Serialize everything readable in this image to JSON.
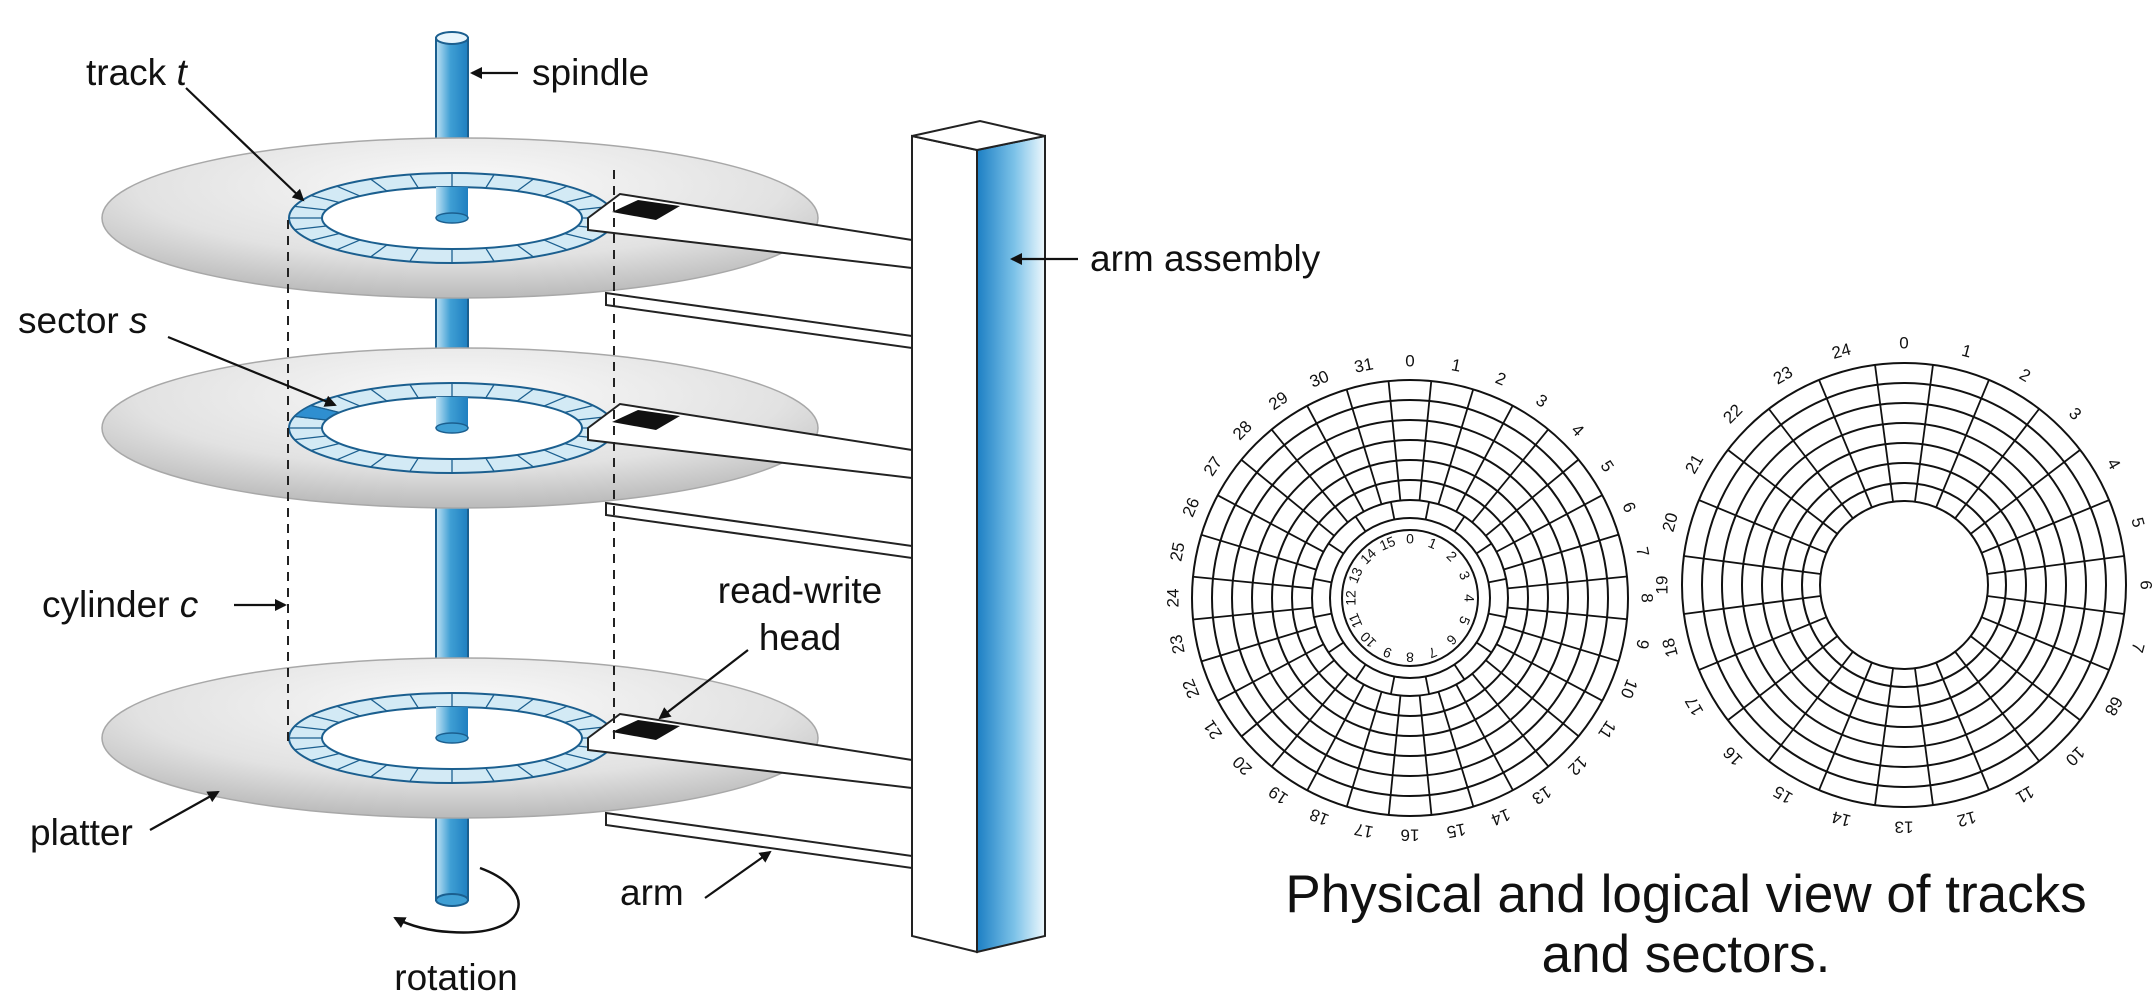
{
  "labels": {
    "track": "track ",
    "track_var": "t",
    "spindle": "spindle",
    "arm_assembly": "arm assembly",
    "sector": "sector ",
    "sector_var": "s",
    "cylinder": "cylinder ",
    "cylinder_var": "c",
    "read_write_line1": "read-write",
    "read_write_line2": "head",
    "platter": "platter",
    "arm": "arm",
    "rotation": "rotation"
  },
  "caption": {
    "line1": "Physical and logical view of tracks",
    "line2": "and sectors."
  },
  "physical_disk": {
    "outer_sectors": [
      "0",
      "1",
      "2",
      "3",
      "4",
      "5",
      "6",
      "7",
      "8",
      "9",
      "10",
      "11",
      "12",
      "13",
      "14",
      "15",
      "16",
      "17",
      "18",
      "19",
      "20",
      "21",
      "22",
      "23",
      "24",
      "25",
      "26",
      "27",
      "28",
      "29",
      "30",
      "31"
    ],
    "inner_sectors": [
      "0",
      "1",
      "2",
      "3",
      "4",
      "5",
      "6",
      "7",
      "8",
      "9",
      "10",
      "11",
      "12",
      "13",
      "14",
      "15"
    ]
  },
  "logical_disk": {
    "sectors": [
      "0",
      "1",
      "2",
      "3",
      "4",
      "5",
      "6",
      "7",
      "68",
      "10",
      "11",
      "12",
      "13",
      "14",
      "15",
      "16",
      "17",
      "18",
      "19",
      "20",
      "21",
      "22",
      "23",
      "24"
    ]
  },
  "colors": {
    "spindle": "#3f9fd4",
    "spindle_light": "#bfe2f4",
    "track_fill": "#d3eaf5",
    "sector_highlight": "#2f8fd0",
    "platter_dark": "#b4b4b4",
    "platter_light": "#f6f6f6",
    "head": "#111111"
  }
}
